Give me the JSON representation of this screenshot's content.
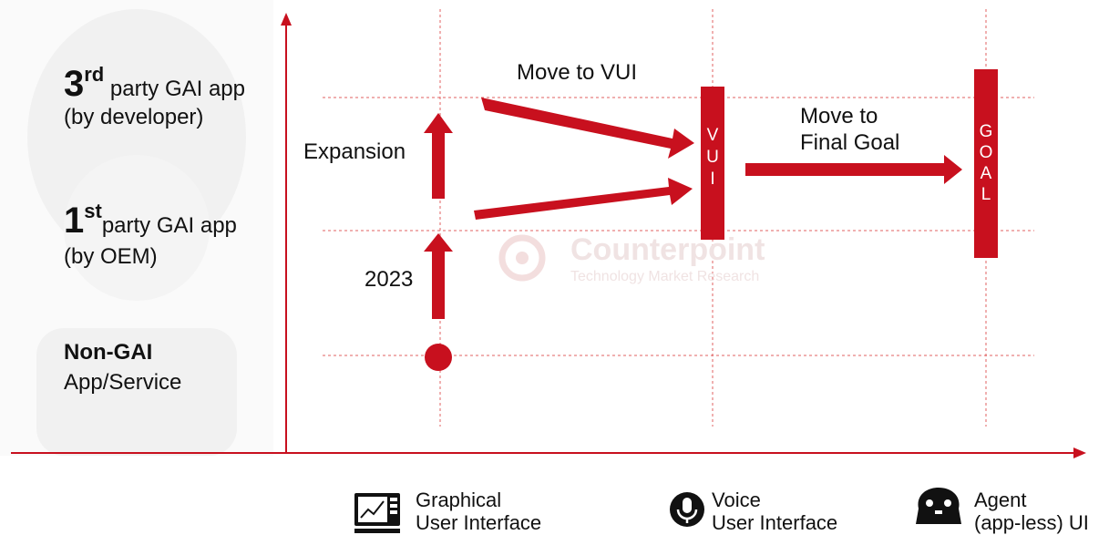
{
  "y_levels": {
    "third_party": {
      "prefix": "3",
      "sup": "rd",
      "line1": " party GAI app",
      "line2": "(by developer)"
    },
    "first_party": {
      "prefix": "1",
      "sup": "st",
      "line1": "party GAI app",
      "line2": "(by OEM)"
    },
    "non_gai": {
      "line1": "Non-GAI",
      "line2": "App/Service"
    }
  },
  "arrows": {
    "expansion": "Expansion",
    "year": "2023",
    "move_vui": "Move to VUI",
    "move_final_line1": "Move to",
    "move_final_line2": "Final Goal"
  },
  "bars": {
    "vui": [
      "V",
      "U",
      "I"
    ],
    "goal": [
      "G",
      "O",
      "A",
      "L"
    ]
  },
  "watermark": {
    "name": "Counterpoint",
    "tagline": "Technology Market Research"
  },
  "legend": [
    {
      "icon": "graphical-ui-icon",
      "line1": "Graphical",
      "line2": "User Interface"
    },
    {
      "icon": "microphone-icon",
      "line1": "Voice",
      "line2": "User Interface"
    },
    {
      "icon": "agent-head-icon",
      "line1": "Agent",
      "line2": "(app-less) UI"
    }
  ],
  "colors": {
    "accent": "#c8101e",
    "grid": "#e06060",
    "axis": "#c8101e"
  }
}
